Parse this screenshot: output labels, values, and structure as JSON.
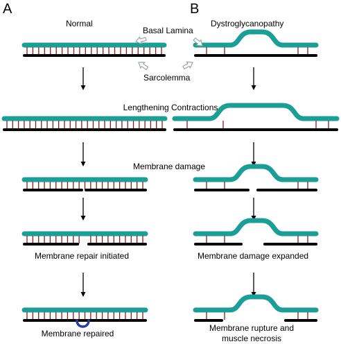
{
  "panels": {
    "a": {
      "letter": "A",
      "title": "Normal"
    },
    "b": {
      "letter": "B",
      "title": "Dystroglycanopathy"
    }
  },
  "labels": {
    "basal_lamina": "Basal Lamina",
    "sarcolemma": "Sarcolemma",
    "lengthening": "Lengthening Contractions",
    "membrane_damage": "Membrane damage",
    "repair_initiated": "Membrane repair initiated",
    "repaired": "Membrane repaired",
    "damage_expanded": "Membrane damage expanded",
    "rupture_line1": "Membrane rupture and",
    "rupture_line2": "muscle necrosis"
  },
  "colors": {
    "basal_lamina": "#1a9e96",
    "sarcolemma": "#000000",
    "linker": "#8b1a1a",
    "repair_patch": "#2b3aa0",
    "hollow_arrow": "#9aa6a6"
  }
}
